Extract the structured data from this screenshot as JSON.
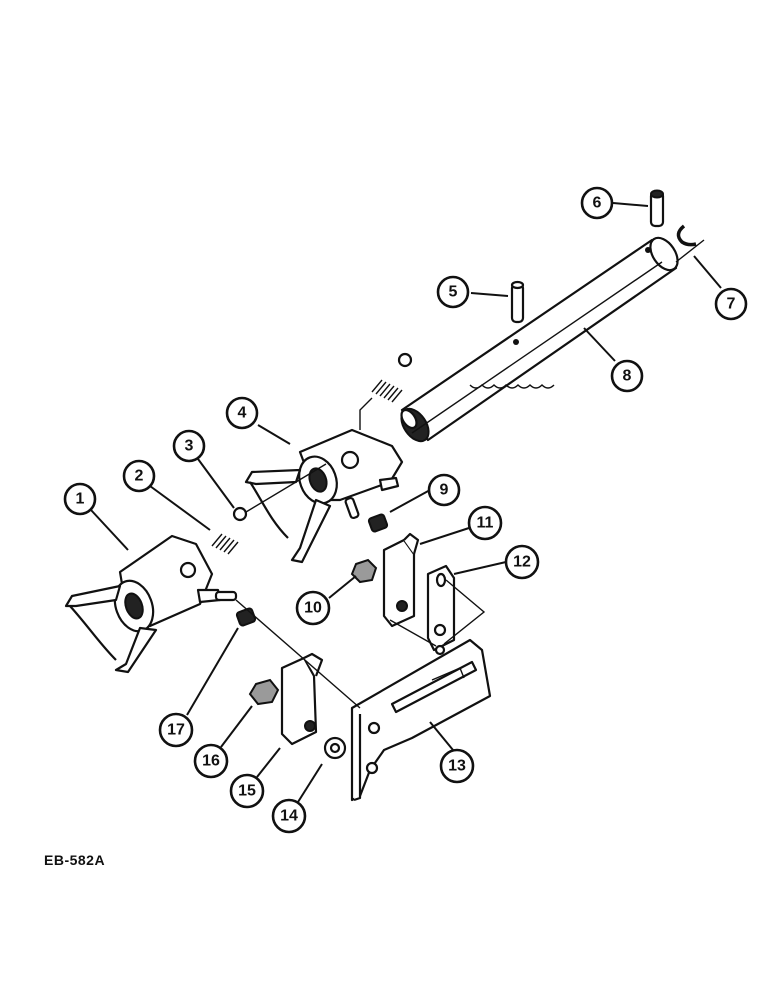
{
  "figure_code": "EB-582A",
  "callouts": [
    {
      "number": "1",
      "part": "fork-1"
    },
    {
      "number": "2",
      "part": "spring-2"
    },
    {
      "number": "3",
      "part": "ball-3"
    },
    {
      "number": "4",
      "part": "fork-4"
    },
    {
      "number": "5",
      "part": "pin-5"
    },
    {
      "number": "6",
      "part": "pin-6"
    },
    {
      "number": "7",
      "part": "snap-ring-7"
    },
    {
      "number": "8",
      "part": "shift-rail-8"
    },
    {
      "number": "9",
      "part": "spacer-9"
    },
    {
      "number": "10",
      "part": "nut-10"
    },
    {
      "number": "11",
      "part": "lever-11"
    },
    {
      "number": "12",
      "part": "lever-12"
    },
    {
      "number": "13",
      "part": "plate-13"
    },
    {
      "number": "14",
      "part": "washer-14"
    },
    {
      "number": "15",
      "part": "lever-15"
    },
    {
      "number": "16",
      "part": "nut-16"
    },
    {
      "number": "17",
      "part": "spacer-17"
    }
  ]
}
